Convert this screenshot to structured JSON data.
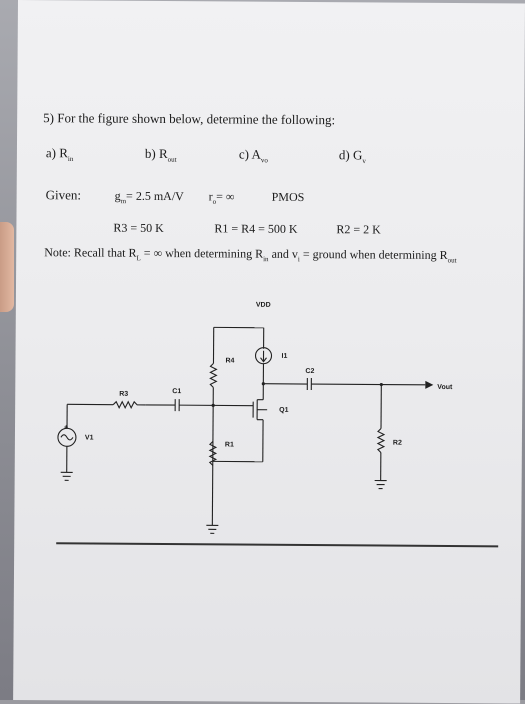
{
  "problem": {
    "heading": "5) For the figure shown below, determine the following:",
    "parts": [
      "a) R",
      "b) R",
      "c) A",
      "d) G"
    ],
    "part_subs": [
      "in",
      "out",
      "vo",
      "v"
    ]
  },
  "given": {
    "label": "Given:",
    "gm_prefix": "g",
    "gm_sub": "m",
    "gm": "= 2.5 mA/V",
    "ro_prefix": "r",
    "ro_sub": "o",
    "ro": "= ∞",
    "type": "PMOS",
    "r3": "R3 = 50 K",
    "r1r4": "R1 = R4 = 500 K",
    "r2": "R2 = 2 K"
  },
  "note": {
    "p1": "Note:  Recall that R",
    "p1_sub": "L",
    "p2": " = ∞ when determining R",
    "p2_sub": "in",
    "p3": " and v",
    "p3_sub": "i",
    "p4": " = ground when determining R",
    "p4_sub": "out"
  },
  "circuit": {
    "vdd": "VDD",
    "i1": "I1",
    "r4": "R4",
    "c2": "C2",
    "vout": "Vout",
    "r3": "R3",
    "c1": "C1",
    "q1": "Q1",
    "v1": "V1",
    "r1": "R1",
    "r2": "R2",
    "v1_plus": "+"
  }
}
